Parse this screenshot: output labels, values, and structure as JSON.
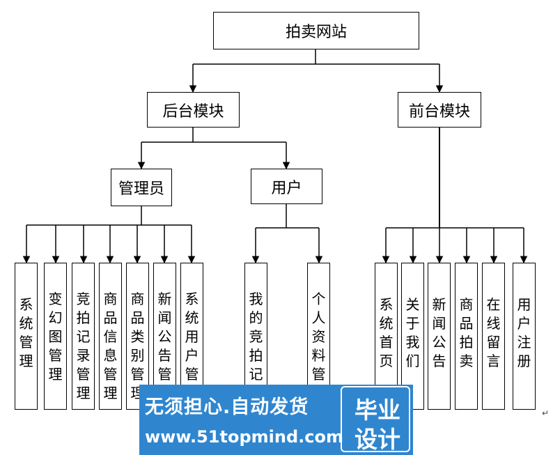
{
  "root": "拍卖网站",
  "backend": {
    "title": "后台模块",
    "admin": {
      "title": "管理员",
      "items": [
        "系统管理",
        "变幻图管理",
        "竞拍记录管理",
        "商品信息管理",
        "商品类别管理",
        "新闻公告管理",
        "系统用户管理"
      ]
    },
    "user": {
      "title": "用户",
      "items": [
        "我的竞拍记录",
        "个人资料管理"
      ]
    }
  },
  "frontend": {
    "title": "前台模块",
    "items": [
      "系统首页",
      "关于我们",
      "新闻公告",
      "商品拍卖",
      "在线留言",
      "用户注册"
    ]
  },
  "watermark": {
    "line1": "无须担心.自动发货",
    "line2": "www.51topmind.com",
    "badge_line1": "毕业",
    "badge_line2": "设计"
  },
  "paragraph_mark": "↵"
}
